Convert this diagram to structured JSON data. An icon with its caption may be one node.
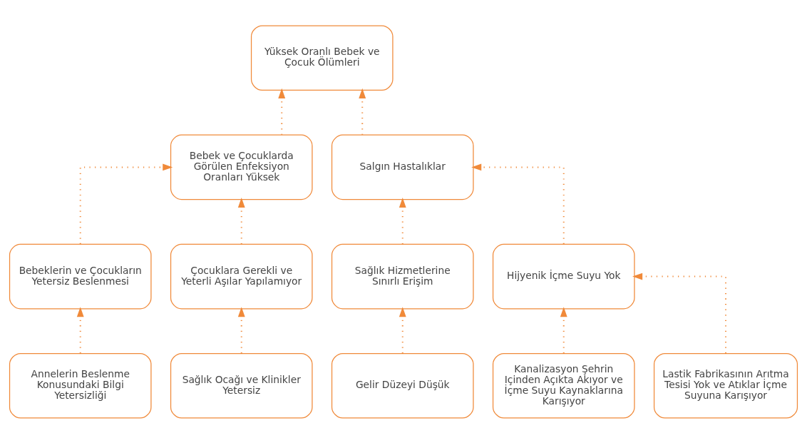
{
  "diagram": {
    "nodes": [
      {
        "text": [
          "Yüksek Oranlı Bebek ve Çocuk Ölümleri"
        ]
      },
      {
        "text": [
          "Bebek ve Çocuklarda Görülen Enfeksiyon Oranları Yüksek"
        ]
      },
      {
        "text": [
          "Salgın Hastalıklar"
        ]
      },
      {
        "text": [
          "Bebeklerin ve Çocukların Yetersiz Beslenmesi"
        ]
      },
      {
        "text": [
          "Çocuklara Gerekli ve Yeterli Aşılar Yapılamıyor"
        ]
      },
      {
        "text": [
          "Sağlık Hizmetlerine Sınırlı Erişim"
        ]
      },
      {
        "text": [
          "Hijyenik İçme Suyu Yok"
        ]
      },
      {
        "text": [
          "Annelerin Beslenme Konusundaki Bilgi Yetersizliği"
        ]
      },
      {
        "text": [
          "Sağlık Ocağı ve Klinikler Yetersiz"
        ]
      },
      {
        "text": [
          "Gelir Düzeyi Düşük"
        ]
      },
      {
        "text": [
          "Kanalizasyon Şehrin Içinden Açıkta Akıyor ve İçme Suyu Kaynaklarına Karışıyor"
        ]
      },
      {
        "text": [
          "Lastik Fabrikasının Arıtma Tesisi Yok ve Atıklar İçme Suyuna Karışıyor"
        ]
      }
    ],
    "edges": [
      {
        "from": 1,
        "to": 0,
        "arrow": "to"
      },
      {
        "from": 2,
        "to": 0,
        "arrow": "to"
      },
      {
        "from": 3,
        "to": 1,
        "arrow": "to"
      },
      {
        "from": 4,
        "to": 1,
        "arrow": "to"
      },
      {
        "from": 5,
        "to": 2,
        "arrow": "to"
      },
      {
        "from": 6,
        "to": 2,
        "arrow": "to"
      },
      {
        "from": 7,
        "to": 3,
        "arrow": "to"
      },
      {
        "from": 8,
        "to": 4,
        "arrow": "to"
      },
      {
        "from": 9,
        "to": 5,
        "arrow": "to"
      },
      {
        "from": 10,
        "to": 6,
        "arrow": "to"
      },
      {
        "from": 11,
        "to": 6,
        "arrow": "to"
      }
    ]
  }
}
